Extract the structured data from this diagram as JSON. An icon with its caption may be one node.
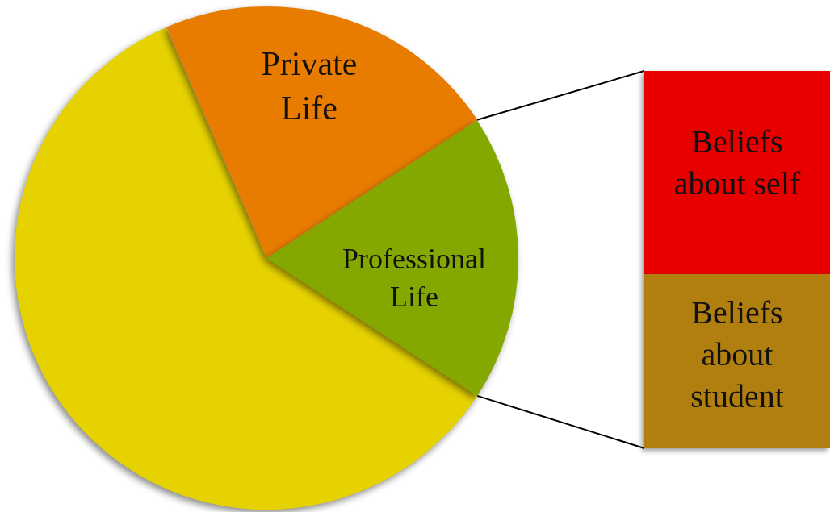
{
  "diagram": {
    "nodes": [
      {
        "text": [],
        "shape": "slice"
      },
      {
        "text": [
          "Private Life"
        ]
      },
      {
        "text": [
          "Professional Life"
        ]
      },
      {
        "text": [
          "Beliefs about self"
        ]
      },
      {
        "text": [
          "Beliefs about student"
        ]
      }
    ],
    "edges": [
      {
        "from": 2,
        "to": 3,
        "arrow": "none"
      },
      {
        "from": 2,
        "to": 4,
        "arrow": "none"
      }
    ]
  }
}
